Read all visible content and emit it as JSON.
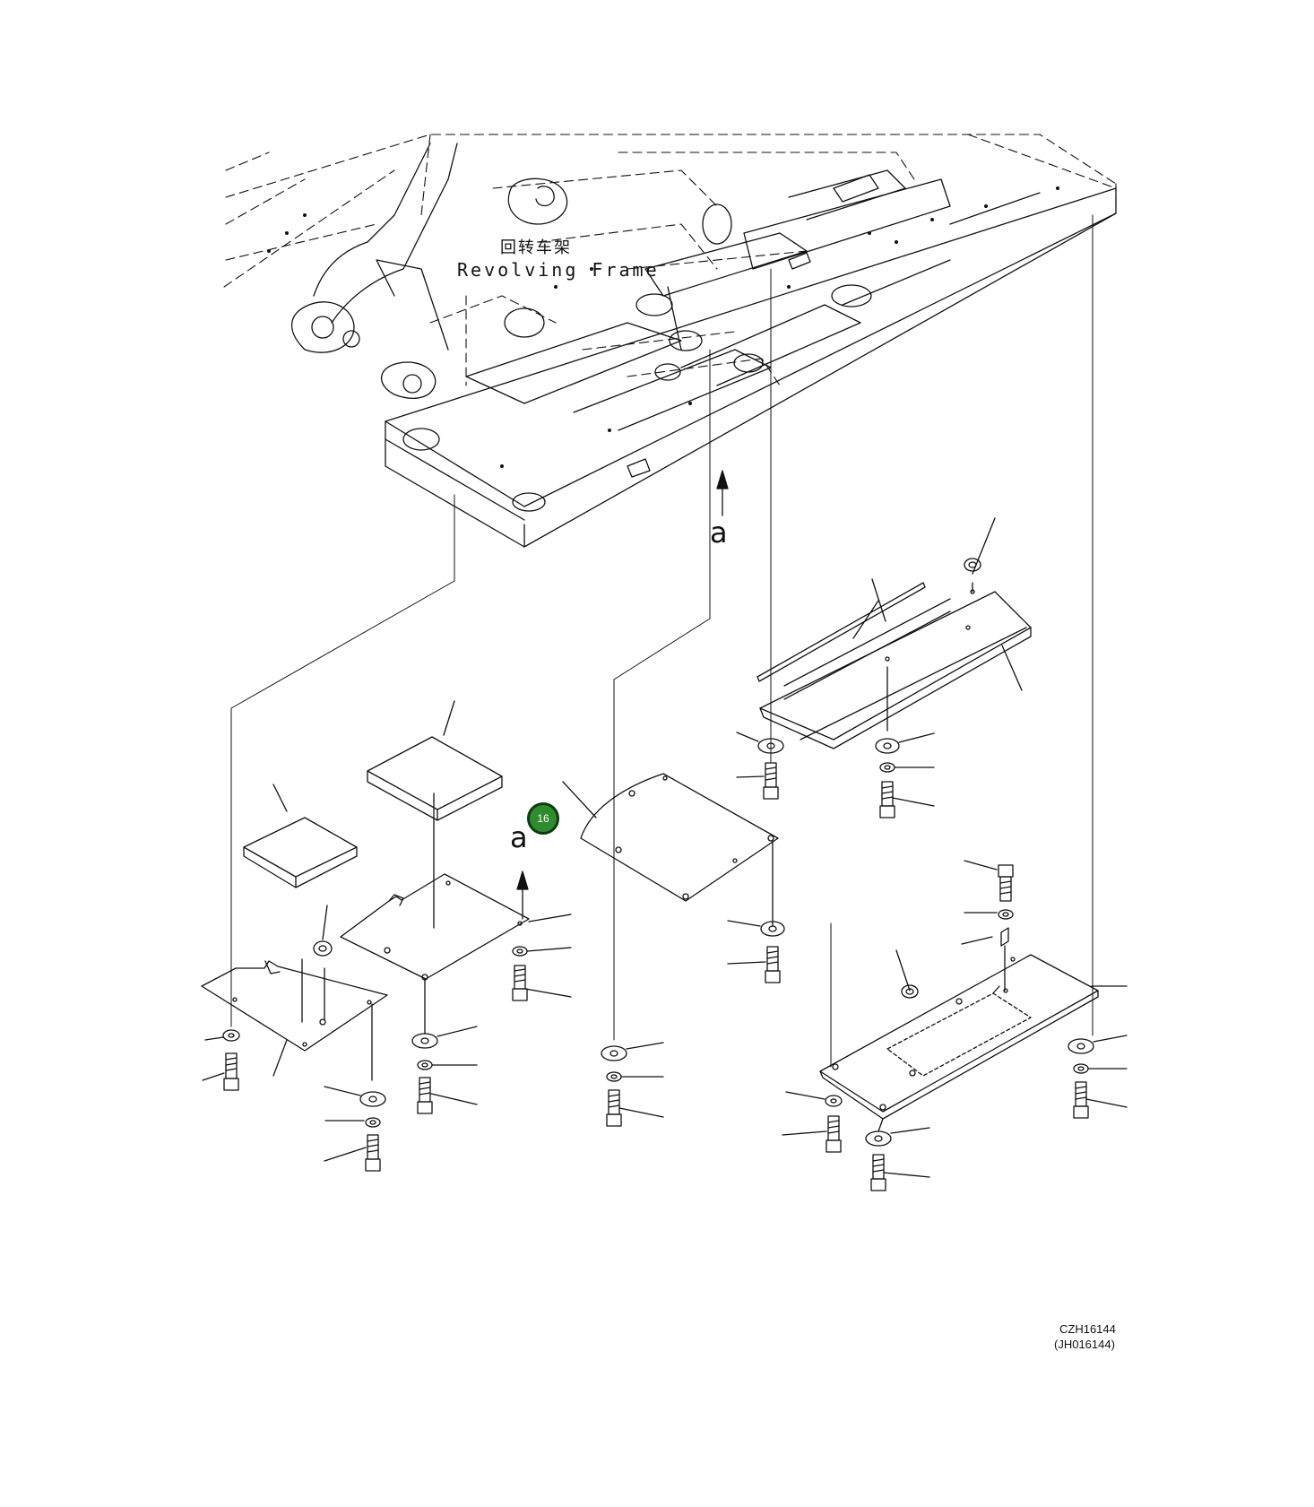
{
  "diagram": {
    "frame_label_cn": "回转车架",
    "frame_label_en": "Revolving Frame",
    "view_marker": "a",
    "hotspot_number": "16",
    "drawing_number": "CZH16144",
    "drawing_number_alt": "(JH016144)"
  }
}
